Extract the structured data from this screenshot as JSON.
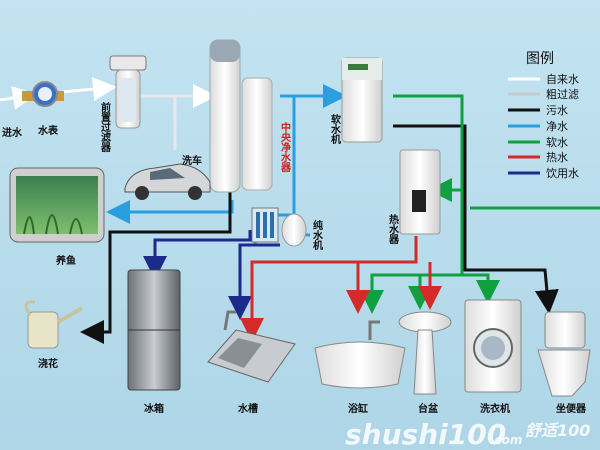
{
  "labels": {
    "inlet": "进水",
    "meter": "水表",
    "prefilter": "前置过滤器",
    "central_purifier": "中央净水器",
    "car_wash": "洗车",
    "softener": "软水机",
    "aquarium": "养鱼",
    "pure_machine": "纯水机",
    "heater": "热水器",
    "watering": "浇花",
    "fridge": "冰箱",
    "sink": "水槽",
    "bathtub": "浴缸",
    "basin": "台盆",
    "washer": "洗衣机",
    "toilet": "坐便器"
  },
  "legend": {
    "title": "图例",
    "items": [
      {
        "label": "自来水",
        "color": "#ffffff"
      },
      {
        "label": "粗过滤",
        "color": "#c8c8c8"
      },
      {
        "label": "污水",
        "color": "#111111"
      },
      {
        "label": "净水",
        "color": "#2a9fe0"
      },
      {
        "label": "软水",
        "color": "#10a040"
      },
      {
        "label": "热水",
        "color": "#d42a2a"
      },
      {
        "label": "饮用水",
        "color": "#1c2a8c"
      }
    ]
  },
  "watermark": {
    "main": "shushi100",
    "sub": "舒适100",
    "domain": ".com"
  }
}
